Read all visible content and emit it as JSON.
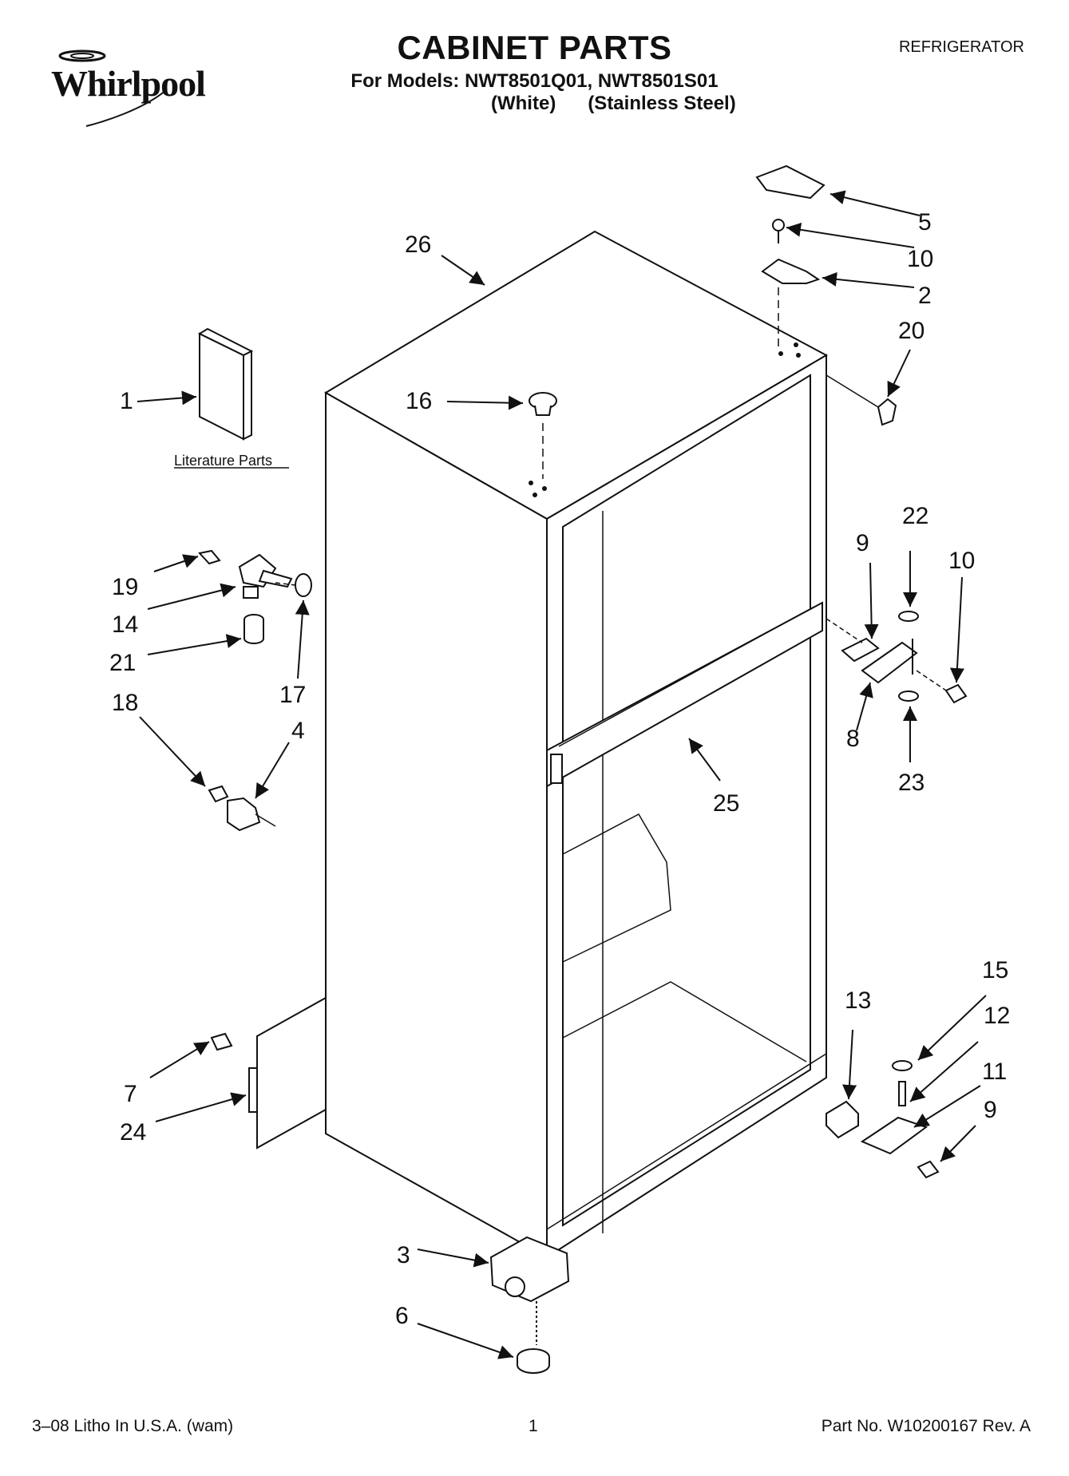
{
  "header": {
    "brand": "Whirlpool",
    "title": "CABINET PARTS",
    "subtitle": "For Models: NWT8501Q01, NWT8501S01",
    "model_variants": "(White)      (Stainless Steel)",
    "category": "REFRIGERATOR"
  },
  "diagram": {
    "literature_label": "Literature Parts",
    "callouts": {
      "c1": "1",
      "c2": "2",
      "c3": "3",
      "c4": "4",
      "c5": "5",
      "c6": "6",
      "c7": "7",
      "c8": "8",
      "c9a": "9",
      "c9b": "9",
      "c10a": "10",
      "c10b": "10",
      "c11": "11",
      "c12": "12",
      "c13": "13",
      "c14": "14",
      "c15": "15",
      "c16": "16",
      "c17": "17",
      "c18": "18",
      "c19": "19",
      "c20": "20",
      "c21": "21",
      "c22": "22",
      "c23": "23",
      "c24": "24",
      "c25": "25",
      "c26": "26"
    }
  },
  "footer": {
    "left": "3–08 Litho In U.S.A. (wam)",
    "center": "1",
    "right": "Part No. W10200167 Rev. A"
  }
}
